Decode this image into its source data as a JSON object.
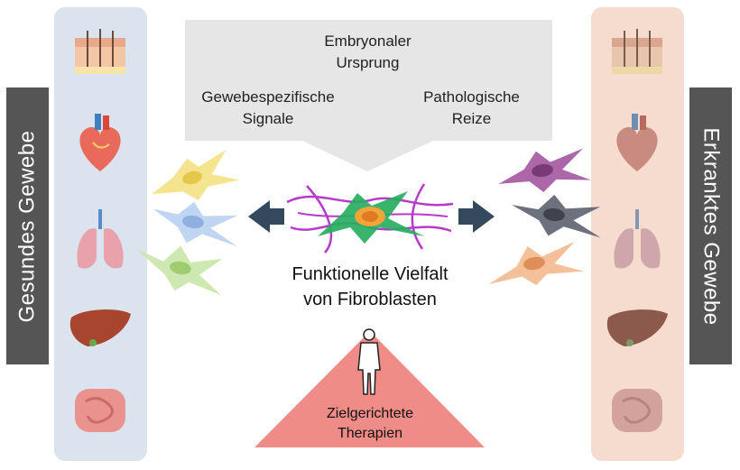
{
  "side_labels": {
    "left": "Gesundes Gewebe",
    "right": "Erkranktes Gewebe"
  },
  "top_box": {
    "top": "Embryonaler\nUrsprung",
    "left": "Gewebespezifische\nSignale",
    "right": "Pathologische\nReize"
  },
  "center": {
    "text": "Funktionelle Vielfalt\nvon Fibroblasten"
  },
  "triangle": {
    "text": "Zielgerichtete\nTherapien"
  },
  "organs": [
    "skin-icon",
    "heart-icon",
    "lung-icon",
    "liver-icon",
    "intestine-icon"
  ],
  "colors": {
    "healthy_panel": "#dbe3ee",
    "diseased_panel": "#f6dccf",
    "label_bg": "#555555",
    "arrow": "#34495e",
    "triangle": "#f08c87",
    "center_cell": "#27ae60",
    "fiber": "#b43cc8"
  }
}
